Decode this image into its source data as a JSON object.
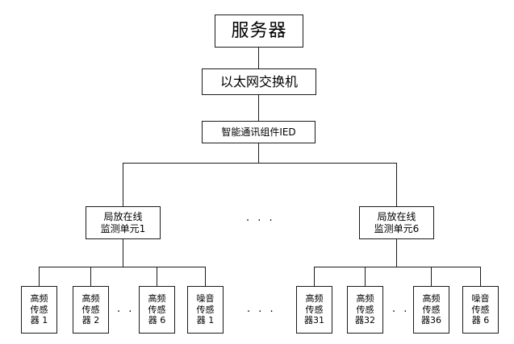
{
  "diagram": {
    "title_node": "服务器",
    "nodes": {
      "server": {
        "label": "服务器"
      },
      "switch": {
        "label": "以太网交换机"
      },
      "ied": {
        "label": "智能通讯组件IED"
      },
      "unit_left": {
        "label": "局放在线\n监测单元1"
      },
      "unit_right": {
        "label": "局放在线\n监测单元6"
      }
    },
    "sensors_left": [
      {
        "label": "高频\n传感\n器 1"
      },
      {
        "label": "高频\n传感\n器 2"
      },
      {
        "label": "高频\n传感\n器 6"
      },
      {
        "label": "噪音\n传感\n器 1"
      }
    ],
    "sensors_right": [
      {
        "label": "高频\n传感\n器31"
      },
      {
        "label": "高频\n传感\n器32"
      },
      {
        "label": "高频\n传感\n器36"
      },
      {
        "label": "噪音\n传感\n器 6"
      }
    ],
    "ellipses": {
      "units_middle": "· · ·",
      "left_group": "· · ·",
      "groups_middle": "· · ·",
      "right_group": "· · ·"
    },
    "colors": {
      "stroke": "#1a1a1a",
      "background": "#ffffff",
      "text": "#000000"
    }
  }
}
